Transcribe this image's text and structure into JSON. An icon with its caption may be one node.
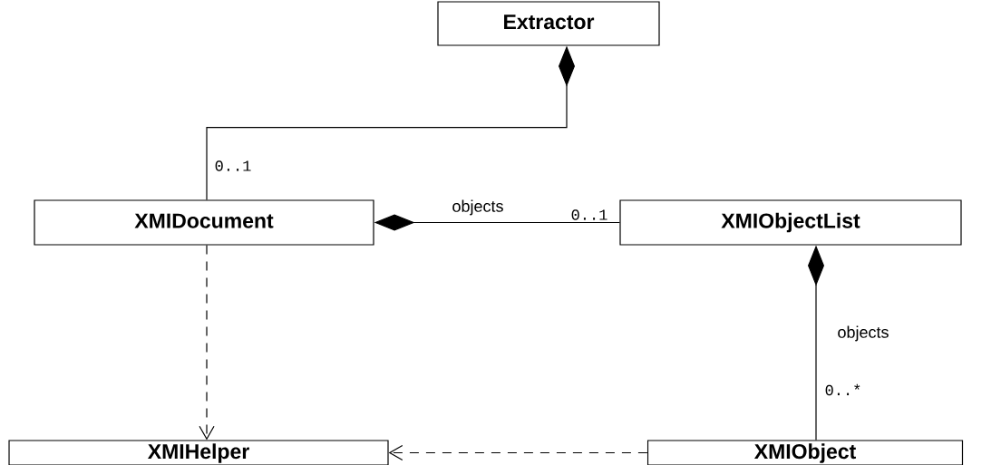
{
  "diagram": {
    "nodes": [
      {
        "text": [
          "Extractor"
        ]
      },
      {
        "text": [
          "XMIDocument"
        ]
      },
      {
        "text": [
          "XMIObjectList"
        ]
      },
      {
        "text": [
          "XMIHelper"
        ]
      },
      {
        "text": [
          "XMIObject"
        ]
      }
    ],
    "edges": [
      {
        "from": 0,
        "to": 1,
        "arrow": "other"
      },
      {
        "from": 1,
        "to": 2,
        "arrow": "other",
        "label": "objects"
      },
      {
        "from": 2,
        "to": 4,
        "arrow": "other",
        "label": "objects"
      },
      {
        "from": 1,
        "to": 3,
        "arrow": "to",
        "style": "dashed"
      },
      {
        "from": 4,
        "to": 3,
        "arrow": "to",
        "style": "dashed"
      }
    ],
    "labels": [
      "0..1",
      "0..1",
      "0..*"
    ]
  }
}
